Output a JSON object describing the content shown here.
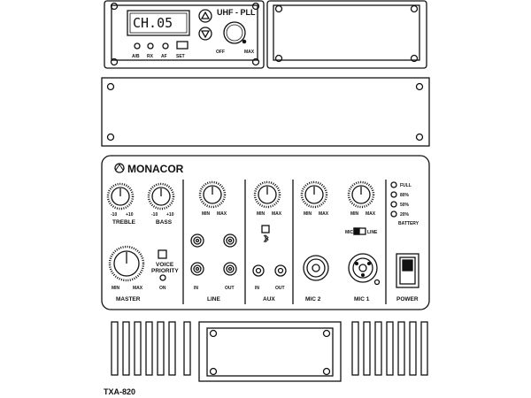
{
  "title": "TXA-820",
  "receiver": {
    "display": "CH.05",
    "band": "UHF - PLL",
    "indicators": [
      "A/B",
      "RX",
      "AF",
      "SET"
    ],
    "knob_min": "OFF",
    "knob_max": "MAX"
  },
  "panel": {
    "brand": "MONACOR",
    "knobs": {
      "treble": {
        "label": "TREBLE",
        "min": "-10",
        "max": "+10"
      },
      "bass": {
        "label": "BASS",
        "min": "-10",
        "max": "+10"
      },
      "line": {
        "min": "MIN",
        "max": "MAX"
      },
      "aux": {
        "min": "MIN",
        "max": "MAX"
      },
      "mic2": {
        "min": "MIN",
        "max": "MAX"
      },
      "mic1": {
        "min": "MIN",
        "max": "MAX"
      },
      "master": {
        "label": "MASTER",
        "min": "MIN",
        "max": "MAX"
      }
    },
    "voice_priority": {
      "line1": "VOICE",
      "line2": "PRIORITY",
      "led": "ON"
    },
    "sections": {
      "line": "LINE",
      "aux": "AUX",
      "mic2": "MIC 2",
      "mic1": "MIC 1",
      "power": "POWER"
    },
    "jacks": {
      "in": "IN",
      "out": "OUT"
    },
    "mic_line_switch": {
      "left": "MIC",
      "right": "LINE"
    },
    "battery": {
      "levels": [
        "FULL",
        "80%",
        "50%",
        "20%"
      ],
      "label": "BATTERY"
    }
  }
}
